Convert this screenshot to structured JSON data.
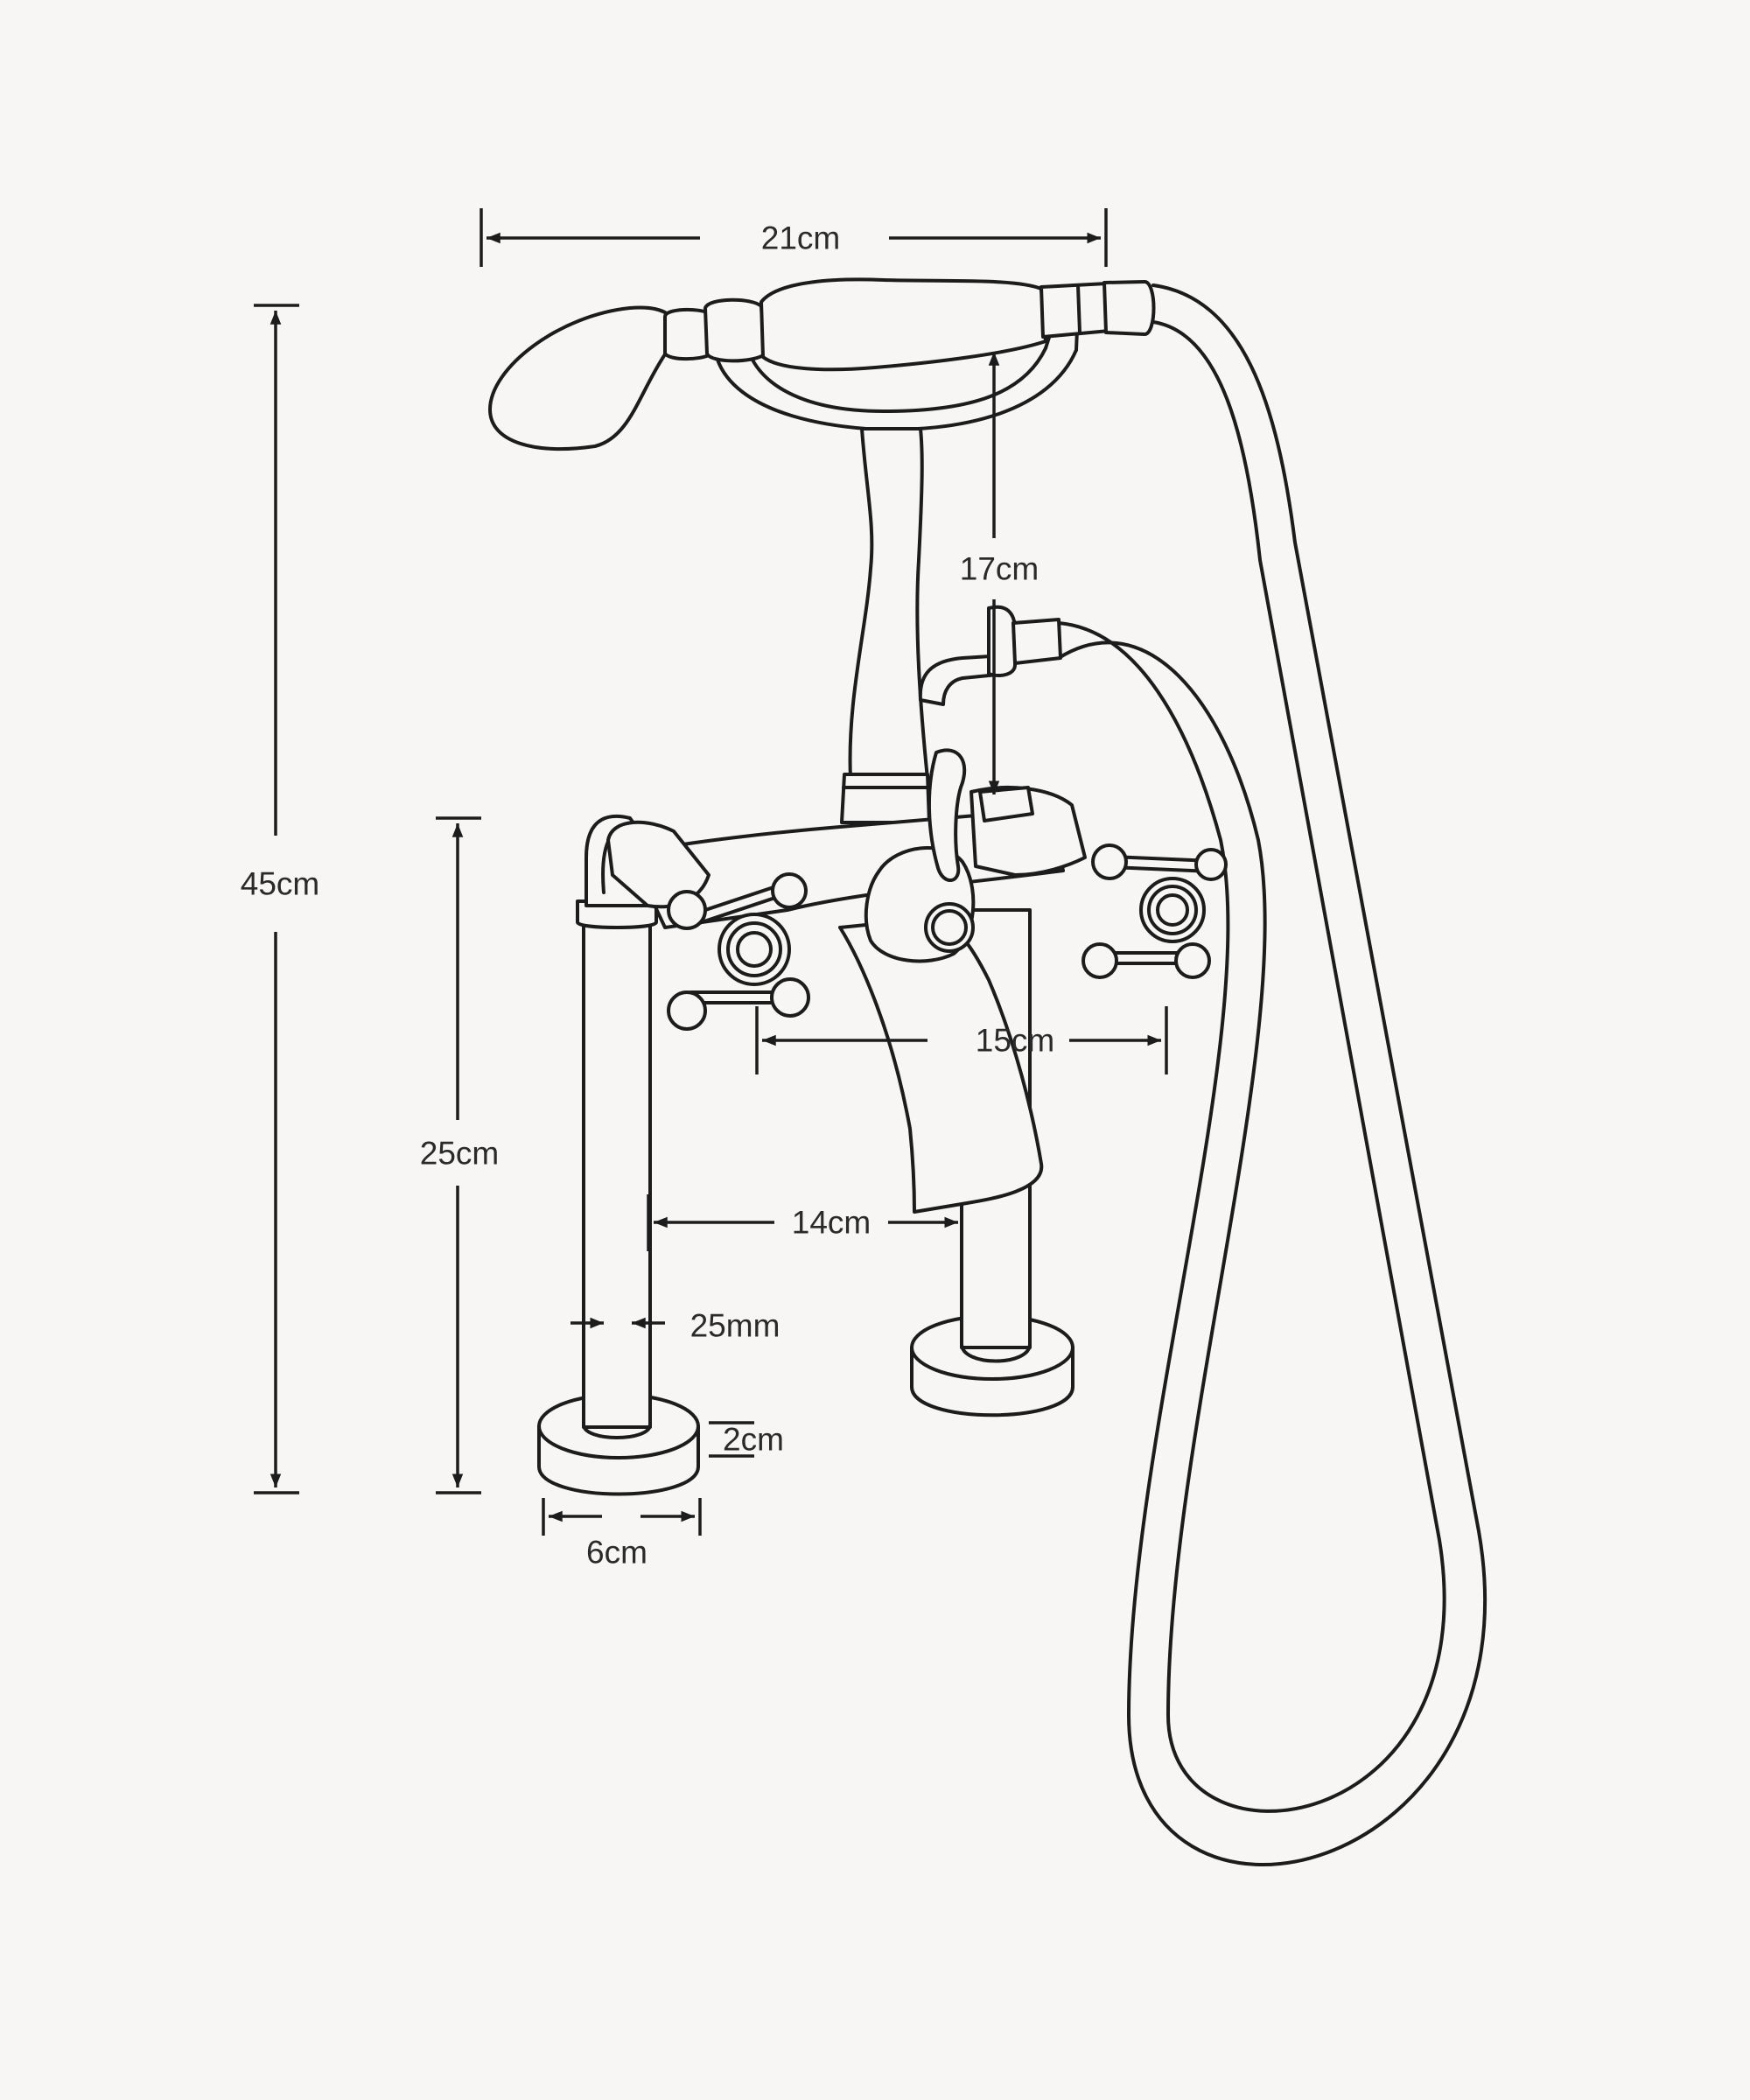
{
  "colors": {
    "background": "#f7f6f4",
    "line": "#1c1c1c",
    "label": "#2a2a2a"
  },
  "dimensions": {
    "overall_width": "21cm",
    "overall_height": "45cm",
    "handset_height": "17cm",
    "leg_height": "25cm",
    "handle_spread": "15cm",
    "leg_spacing": "14cm",
    "leg_diameter": "25mm",
    "base_height": "2cm",
    "base_width": "6cm"
  }
}
